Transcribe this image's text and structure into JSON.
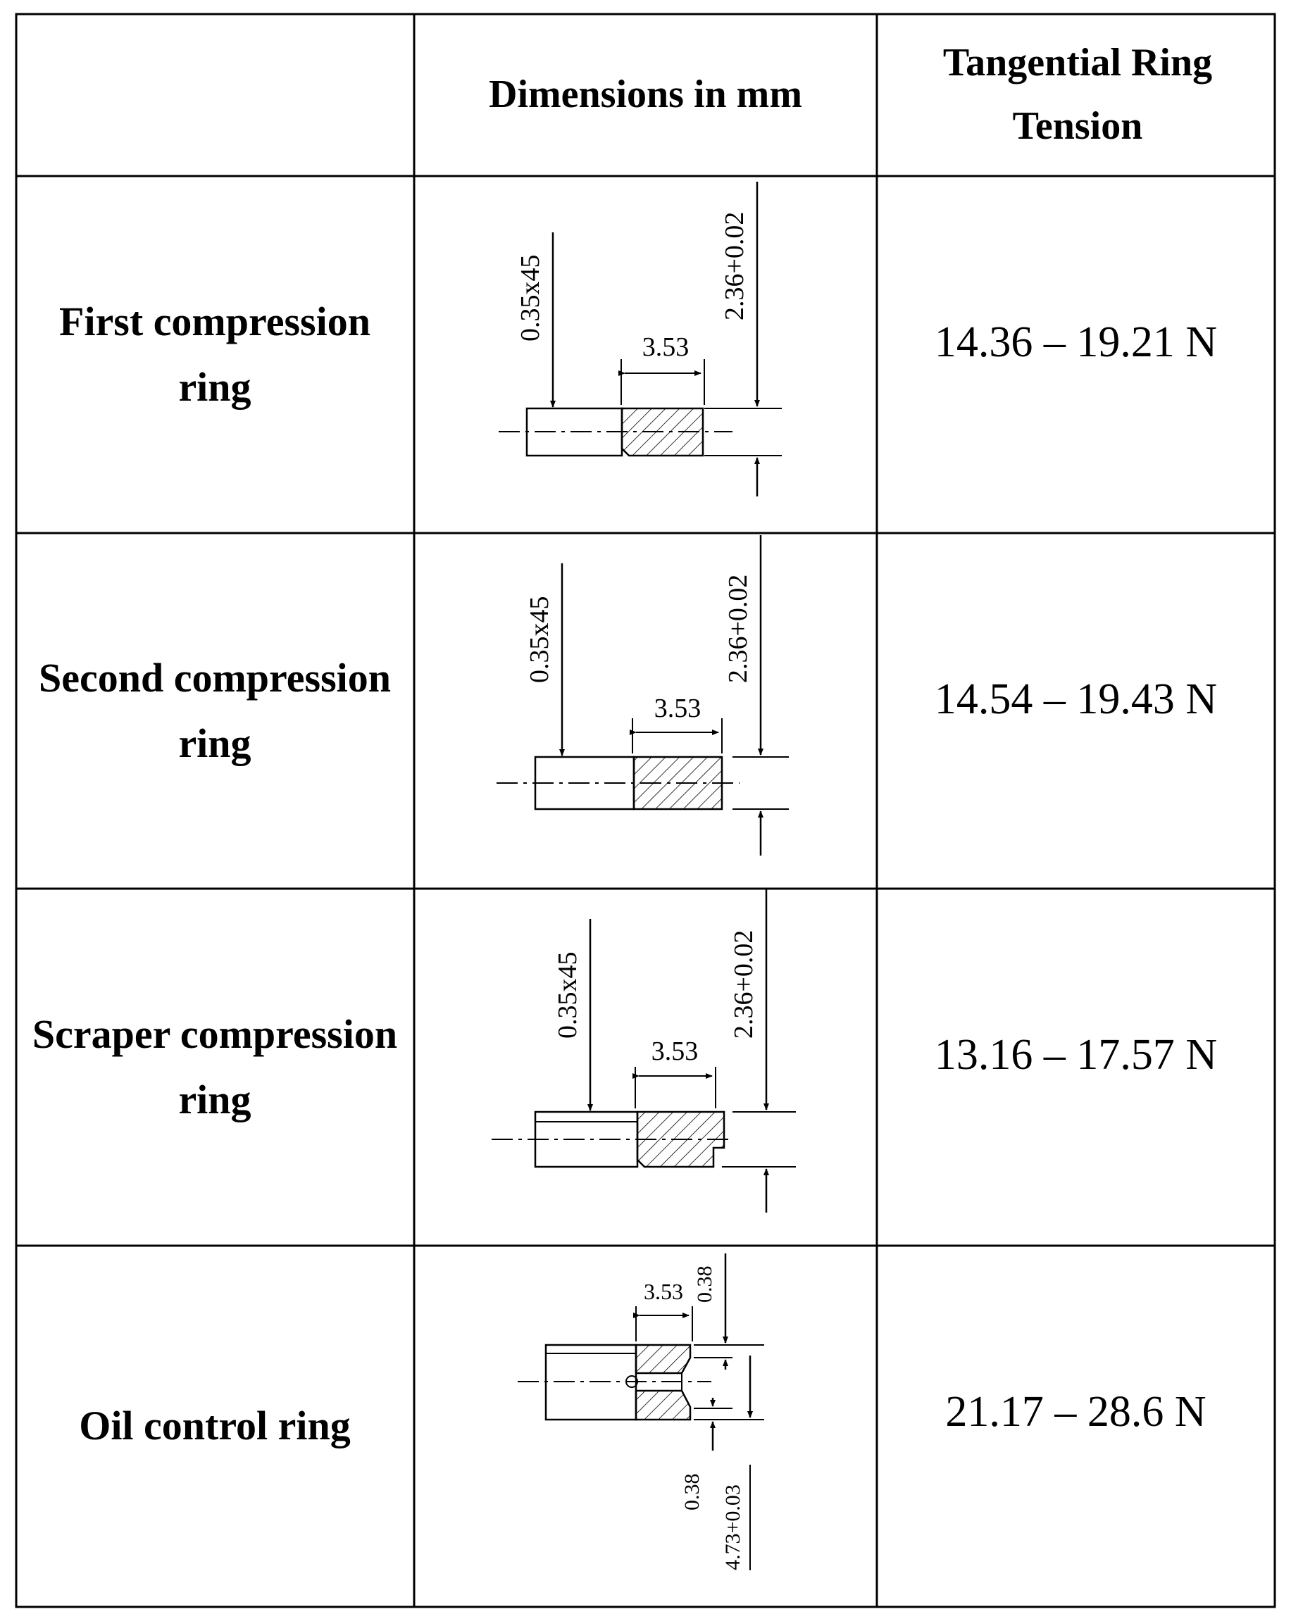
{
  "table": {
    "headers": [
      "",
      "Dimensions in mm",
      "Tangential Ring Tension"
    ],
    "rows": [
      {
        "label": "First compression ring",
        "dims": {
          "chamfer": "0.35x45",
          "width": "3.53",
          "height": "2.36+0.02"
        },
        "tension": "14.36 – 19.21 N"
      },
      {
        "label": "Second compression ring",
        "dims": {
          "chamfer": "0.35x45",
          "width": "3.53",
          "height": "2.36+0.02"
        },
        "tension": "14.54 – 19.43 N"
      },
      {
        "label": "Scraper compression ring",
        "dims": {
          "chamfer": "0.35x45",
          "width": "3.53",
          "height": "2.36+0.02"
        },
        "tension": "13.16 – 17.57 N"
      },
      {
        "label": "Oil control ring",
        "dims": {
          "width": "3.53",
          "groove_top": "0.38",
          "groove_bottom": "0.38",
          "height": "4.73+0.03"
        },
        "tension": "21.17 – 28.6 N"
      }
    ]
  }
}
